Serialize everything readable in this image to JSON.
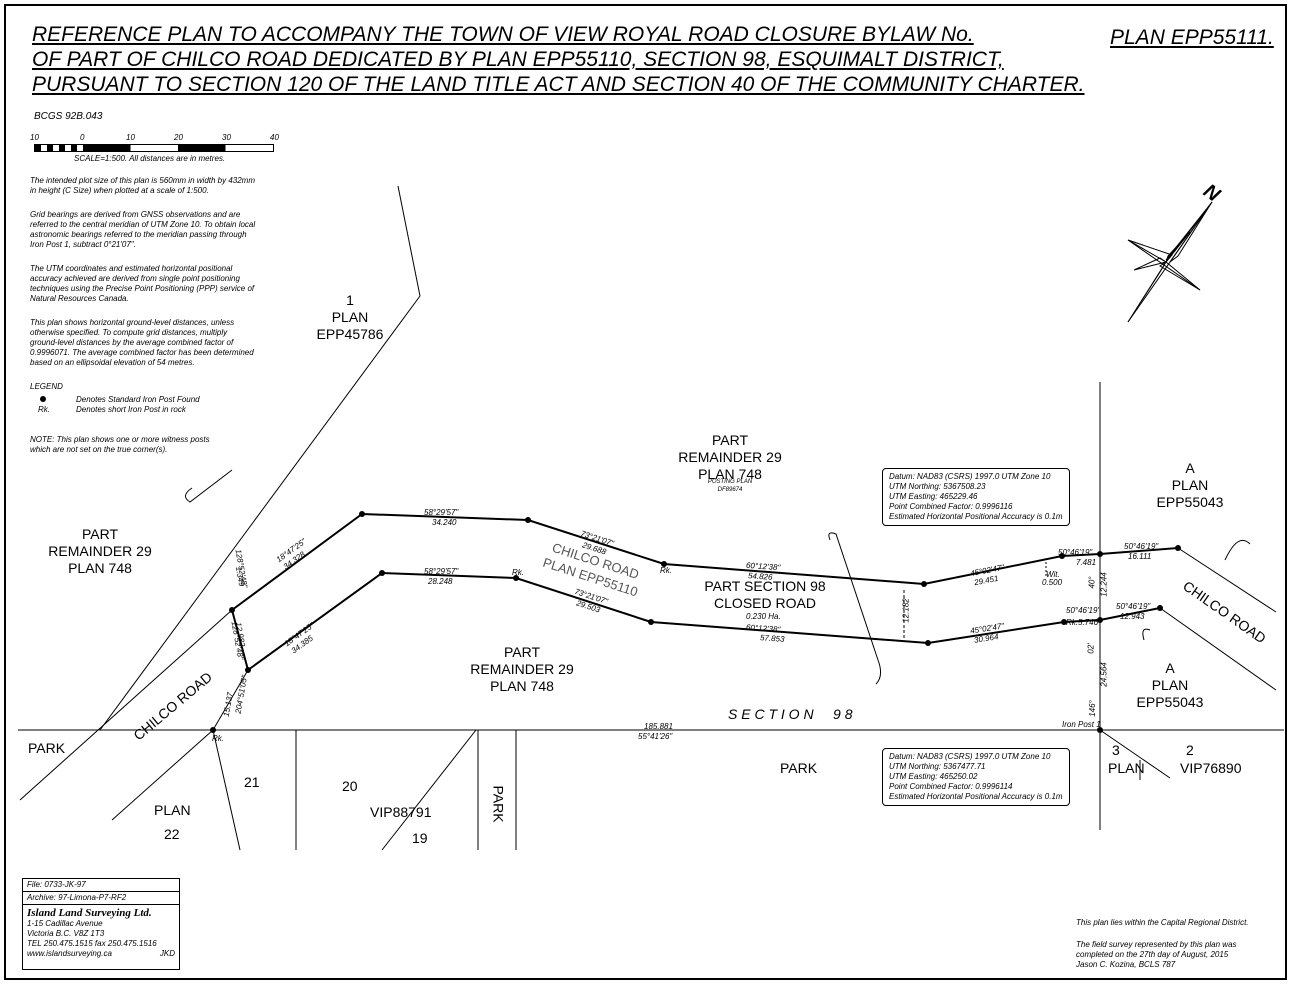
{
  "title": {
    "line1": "REFERENCE PLAN TO ACCOMPANY THE TOWN OF VIEW ROYAL ROAD CLOSURE BYLAW No.",
    "line2": "OF PART OF CHILCO ROAD DEDICATED BY PLAN EPP55110, SECTION 98, ESQUIMALT DISTRICT,",
    "line3": "PURSUANT TO SECTION 120 OF THE LAND TITLE ACT AND SECTION 40 OF THE COMMUNITY CHARTER."
  },
  "plan_number": "PLAN EPP55111.",
  "bcgs": "BCGS 92B.043",
  "scale": {
    "ticks": [
      "10",
      "0",
      "10",
      "20",
      "30",
      "40"
    ],
    "caption": "SCALE=1:500.  All distances are in metres."
  },
  "notes": {
    "plot_size": [
      "The intended plot size of this plan is 560mm in width by 432mm",
      "in height (C Size) when plotted at a scale of 1:500."
    ],
    "bearings": [
      "Grid bearings are derived from GNSS observations and are",
      "referred to the central meridian of UTM Zone 10.  To obtain local",
      "astronomic bearings referred to the meridian passing through",
      "Iron Post 1, subtract 0°21'07\"."
    ],
    "utm": [
      "The UTM coordinates and estimated horizontal positional",
      "accuracy achieved are derived from single point positioning",
      "techniques using the Precise Point Positioning (PPP) service of",
      "Natural Resources Canada."
    ],
    "distances": [
      "This plan shows horizontal ground-level distances, unless",
      "otherwise specified.  To compute grid distances, multiply",
      "ground-level distances by the average combined factor of",
      "0.9996071.  The average combined factor has been determined",
      "based on an ellipsoidal elevation of 54 metres."
    ]
  },
  "legend": {
    "heading": "LEGEND",
    "item1": "Denotes Standard Iron Post Found",
    "item2_symbol": "Rk.",
    "item2": "Denotes short Iron Post in rock"
  },
  "witness_note": [
    "NOTE: This plan shows one or more witness posts",
    "which are not set on the true corner(s)."
  ],
  "parcels": {
    "plan1": [
      "1",
      "PLAN",
      "EPP45786"
    ],
    "rem_west": [
      "PART",
      "REMAINDER 29",
      "PLAN 748"
    ],
    "rem_north": [
      "PART",
      "REMAINDER 29",
      "PLAN 748"
    ],
    "posting_plan": [
      "POSTING PLAN",
      "DF89674"
    ],
    "rem_south": [
      "PART",
      "REMAINDER 29",
      "PLAN 748"
    ],
    "a_north": [
      "A",
      "PLAN",
      "EPP55043"
    ],
    "a_south": [
      "A",
      "PLAN",
      "EPP55043"
    ],
    "closed": [
      "PART SECTION 98",
      "CLOSED ROAD"
    ],
    "area": "0.230 Ha.",
    "chilco_plan": [
      "CHILCO ROAD",
      "PLAN EPP55110"
    ],
    "chilco_west": "CHILCO    ROAD",
    "chilco_east": "CHILCO ROAD",
    "section": "S E C T I O N     9 8",
    "park_west": "PARK",
    "park_mid": "PARK",
    "park_south": "PARK",
    "lot21": "21",
    "lot20": "20",
    "lot19": "19",
    "lot22": "22",
    "plan_sw": "PLAN",
    "vip88791": "VIP88791",
    "lot3": "3",
    "plan_se": "PLAN",
    "lot2": "2",
    "vip76890": "VIP76890"
  },
  "dimensions": {
    "n1_bearing": "18°47'25\"",
    "n1_dist": "34.328",
    "n2_bearing": "58°29'57\"",
    "n2_dist": "34.240",
    "n3_bearing": "73°21'07\"",
    "n3_dist": "29.688",
    "n4_bearing": "60°12'38\"",
    "n4_dist": "54.826",
    "n5_bearing": "45°02'47\"",
    "n5_dist": "29.451",
    "n6_bearing": "50°46'19\"",
    "n6_dist": "7.481",
    "n7_bearing": "50°46'19\"",
    "n7_dist": "16.111",
    "s1_bearing": "18°47'25\"",
    "s1_dist": "34.385",
    "s2_bearing": "58°29'57\"",
    "s2_dist": "28.248",
    "s3_bearing": "73°21'07\"",
    "s3_dist": "29.503",
    "s4_bearing": "60°12'38\"",
    "s4_dist": "57.853",
    "s5_bearing": "45°02'47\"",
    "s5_dist": "30.964",
    "s6_bearing": "50°46'19\"",
    "s6_dist": "5.746",
    "s7_bearing": "50°46'19\"",
    "s7_dist": "12.943",
    "west_b1": "128°52'48\"",
    "west_d1": "1.349",
    "west_b2": "128°52'48\"",
    "west_d2": "12.982",
    "west_b3": "204°51'05\"",
    "west_d3": "15.137",
    "width": "12.182",
    "east_d1": "12.244",
    "east_d2": "24.564",
    "east_b1": "40°",
    "east_b2": "02'",
    "east_b3": "146°",
    "wit": "Wit.",
    "wit_dist": "0.500",
    "sec_dist": "185.881",
    "sec_bearing": "55°41'26\"",
    "rk": "Rk.",
    "iron_post": "Iron Post 1"
  },
  "coord_north": [
    "Datum: NAD83 (CSRS) 1997.0 UTM Zone 10",
    "UTM Northing: 5367508.23",
    "UTM Easting: 465229.46",
    "Point Combined Factor: 0.9996116",
    "Estimated Horizontal Positional Accuracy is 0.1m"
  ],
  "coord_south": [
    "Datum: NAD83 (CSRS) 1997.0 UTM Zone 10",
    "UTM Northing: 5367477.71",
    "UTM Easting: 465250.02",
    "Point Combined Factor: 0.9996114",
    "Estimated Horizontal Positional Accuracy is 0.1m"
  ],
  "north_arrow": "N",
  "title_block": {
    "file": "File: 0733-JK-97",
    "archive": "Archive: 97-Limona-P7-RF2",
    "firm": "Island Land Surveying Ltd.",
    "addr1": "1-15 Cadillac Avenue",
    "addr2": "Victoria B.C.  V8Z 1T3",
    "addr3": "TEL 250.475.1515  fax 250.475.1516",
    "web": "www.islandsurveying.ca",
    "initials": "JKD"
  },
  "footer": {
    "crd": "This plan lies within the Capital Regional District.",
    "survey": [
      "The field survey represented by this plan was",
      "completed on the 27th day of August, 2015",
      "Jason C. Kozina, BCLS 787"
    ]
  }
}
